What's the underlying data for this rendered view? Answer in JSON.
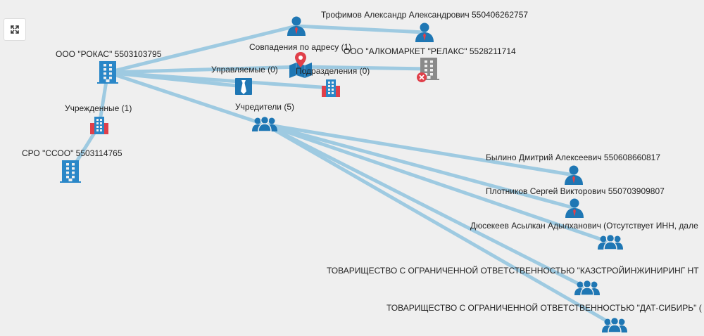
{
  "toolbar": {
    "expand_icon": "expand-arrows-icon"
  },
  "colors": {
    "edge": "#9ecae1",
    "node_blue": "#1f77b4",
    "org_blue": "#2a87c8",
    "red": "#e0404a",
    "gray": "#8a8a8a",
    "tie": "#ffffff"
  },
  "nodes": [
    {
      "id": "roks",
      "label": "ООО \"РОКАС\" 5503103795",
      "icon": "building-icon"
    },
    {
      "id": "sro",
      "label": "СРО \"ССОО\" 5503114765",
      "icon": "building-icon"
    },
    {
      "id": "uchrezhd",
      "label": "Учрежденные (1)",
      "icon": "buildings-red-icon"
    },
    {
      "id": "upravl",
      "label": "Управляемые (0)",
      "icon": "tie-icon"
    },
    {
      "id": "sovpad",
      "label": "Совпадения по адресу (1)",
      "icon": "map-pin-icon"
    },
    {
      "id": "podrazd",
      "label": "Подразделения (0)",
      "icon": "buildings-red-icon"
    },
    {
      "id": "uchred",
      "label": "Учредители (5)",
      "icon": "group-icon"
    },
    {
      "id": "top-person",
      "label": "",
      "icon": "person-icon"
    },
    {
      "id": "trofimov",
      "label": "Трофимов Александр Александрович 550406262757",
      "icon": "person-icon"
    },
    {
      "id": "alkomarket",
      "label": "ООО \"АЛКОМАРКЕТ \"РЕЛАКС\" 5528211714",
      "icon": "building-closed-icon"
    },
    {
      "id": "bylino",
      "label": "Былино Дмитрий Алексеевич 550608660817",
      "icon": "person-icon"
    },
    {
      "id": "plotnikov",
      "label": "Плотников Сергей Викторович 550703909807",
      "icon": "person-icon"
    },
    {
      "id": "dyusekeev",
      "label": "Дюсекеев Асылкан Адылханович (Отсутствует ИНН, дале",
      "icon": "group-icon"
    },
    {
      "id": "kazstroy",
      "label": "ТОВАРИЩЕСТВО С ОГРАНИЧЕННОЙ ОТВЕТСТВЕННОСТЬЮ \"КАЗСТРОЙИНЖИНИРИНГ НТ",
      "icon": "group-icon"
    },
    {
      "id": "datsibir",
      "label": "ТОВАРИЩЕСТВО С ОГРАНИЧЕННОЙ ОТВЕТСТВЕННОСТЬЮ \"ДАТ-СИБИРЬ\" (",
      "icon": "group-icon"
    }
  ],
  "edges": [
    [
      "roks",
      "top-person"
    ],
    [
      "top-person",
      "trofimov"
    ],
    [
      "roks",
      "sovpad"
    ],
    [
      "sovpad",
      "alkomarket"
    ],
    [
      "roks",
      "upravl"
    ],
    [
      "roks",
      "podrazd"
    ],
    [
      "roks",
      "uchred"
    ],
    [
      "roks",
      "uchrezhd"
    ],
    [
      "uchrezhd",
      "sro"
    ],
    [
      "uchred",
      "bylino"
    ],
    [
      "uchred",
      "plotnikov"
    ],
    [
      "uchred",
      "dyusekeev"
    ],
    [
      "uchred",
      "kazstroy"
    ],
    [
      "uchred",
      "datsibir"
    ]
  ]
}
